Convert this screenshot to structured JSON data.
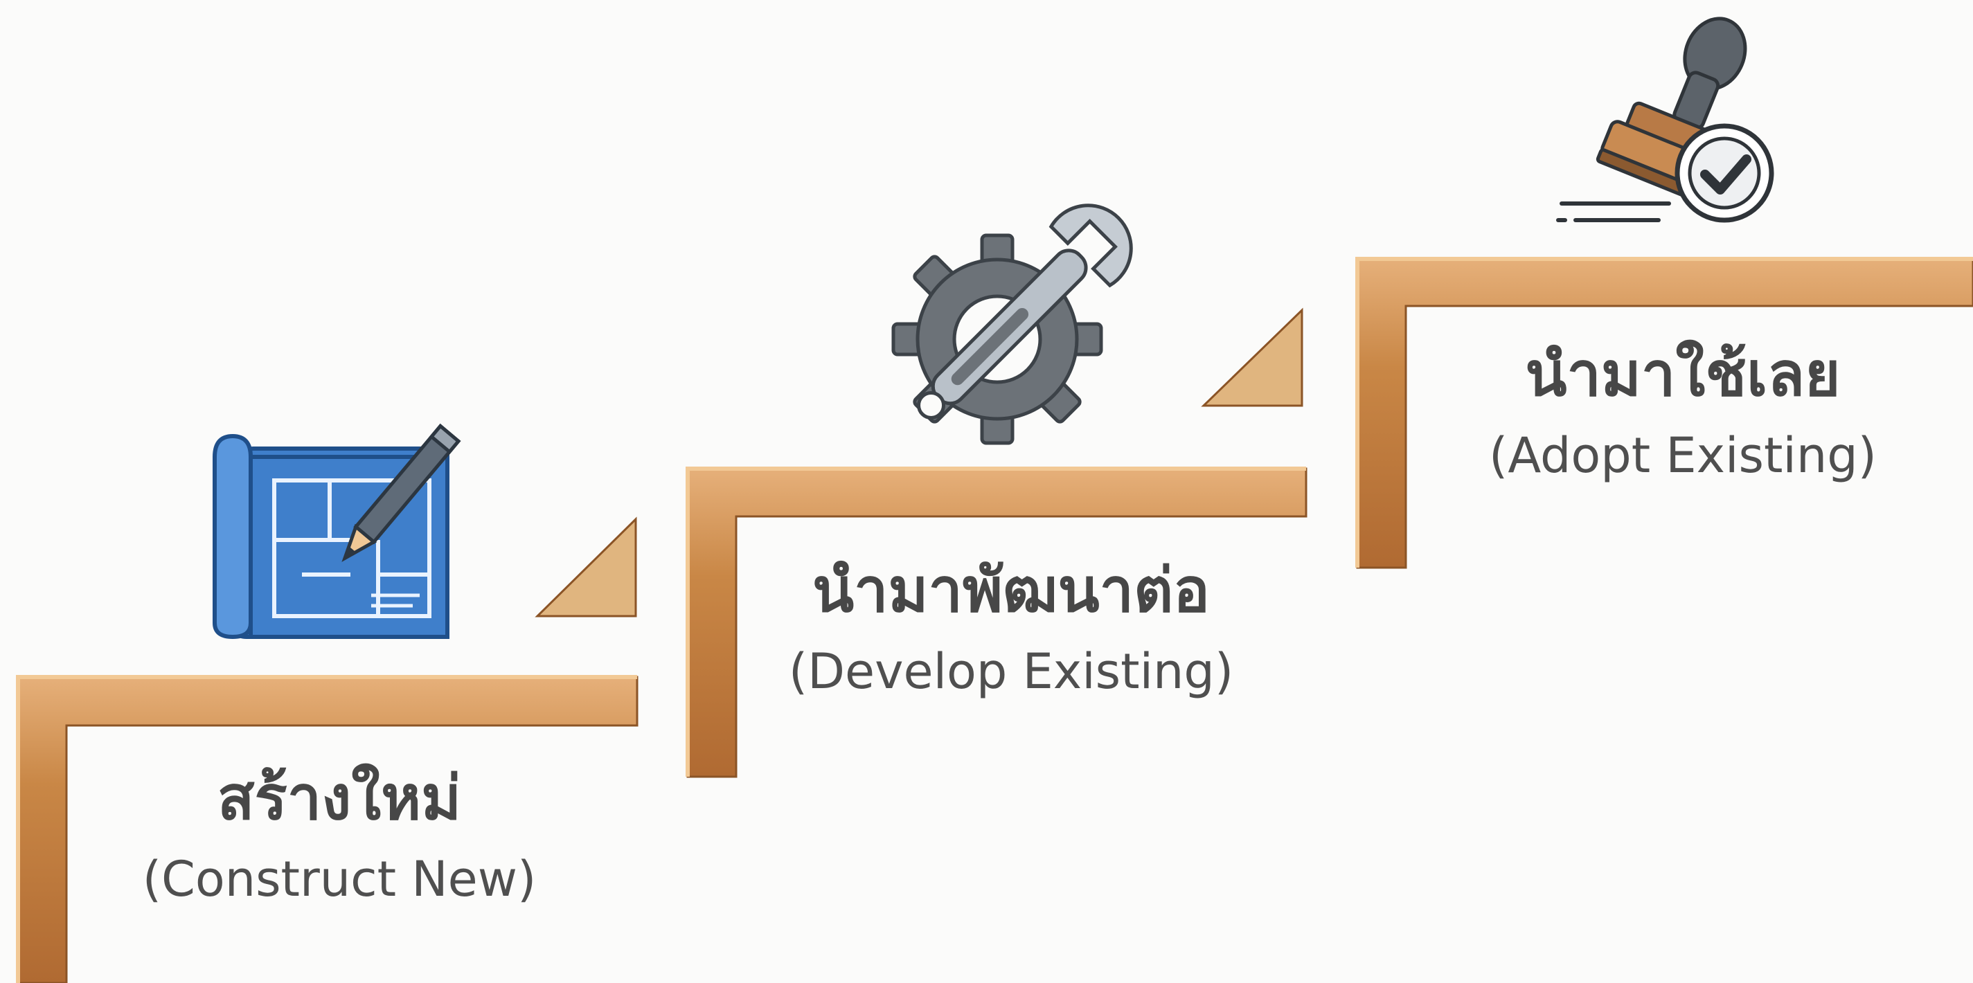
{
  "steps": [
    {
      "id": "construct-new",
      "label_th": "สร้างใหม่",
      "label_en": "(Construct New)",
      "icon": "blueprint-pencil-icon"
    },
    {
      "id": "develop-existing",
      "label_th": "นำมาพัฒนาต่อ",
      "label_en": "(Develop Existing)",
      "icon": "wrench-gear-icon"
    },
    {
      "id": "adopt-existing",
      "label_th": "นำมาใช้เลย",
      "label_en": "(Adopt Existing)",
      "icon": "approval-stamp-icon"
    }
  ],
  "colors": {
    "step_wood": "#b8763f",
    "step_highlight": "#dca26a",
    "step_outline": "#8b5426",
    "bracket_fill": "#e0b57f",
    "blueprint_blue": "#3f7fcb",
    "gear_gray": "#6c7278",
    "stamp_handle": "#5c636a",
    "stamp_base": "#c98b52"
  }
}
